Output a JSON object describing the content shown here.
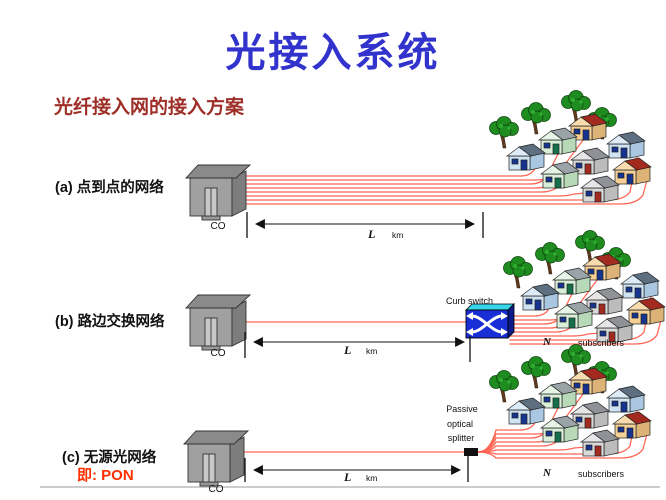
{
  "title": "光接入系统",
  "subtitle": "光纤接入网的接入方案",
  "diagram_a": {
    "label": "(a) 点到点的网络",
    "co_label": "CO",
    "distance_symbol": "L",
    "distance_unit": "km"
  },
  "diagram_b": {
    "label": "(b) 路边交换网络",
    "co_label": "CO",
    "device_label": "Curb switch",
    "count_symbol": "N",
    "subscribers_label": "subscribers",
    "distance_symbol": "L",
    "distance_unit": "km"
  },
  "diagram_c": {
    "label": "(c) 无源光网络",
    "sublabel": "即: PON",
    "co_label": "CO",
    "device_label_line1": "Passive",
    "device_label_line2": "optical",
    "device_label_line3": "splitter",
    "count_symbol": "N",
    "subscribers_label": "subscribers",
    "distance_symbol": "L",
    "distance_unit": "km"
  },
  "colors": {
    "title_blue": "#3232cd",
    "subtitle_red": "#9e2f28",
    "pon_red": "#ff2f00",
    "fiber_red": "#ff6655",
    "switch_blue": "#1a2ed6",
    "label_black": "#111111"
  }
}
